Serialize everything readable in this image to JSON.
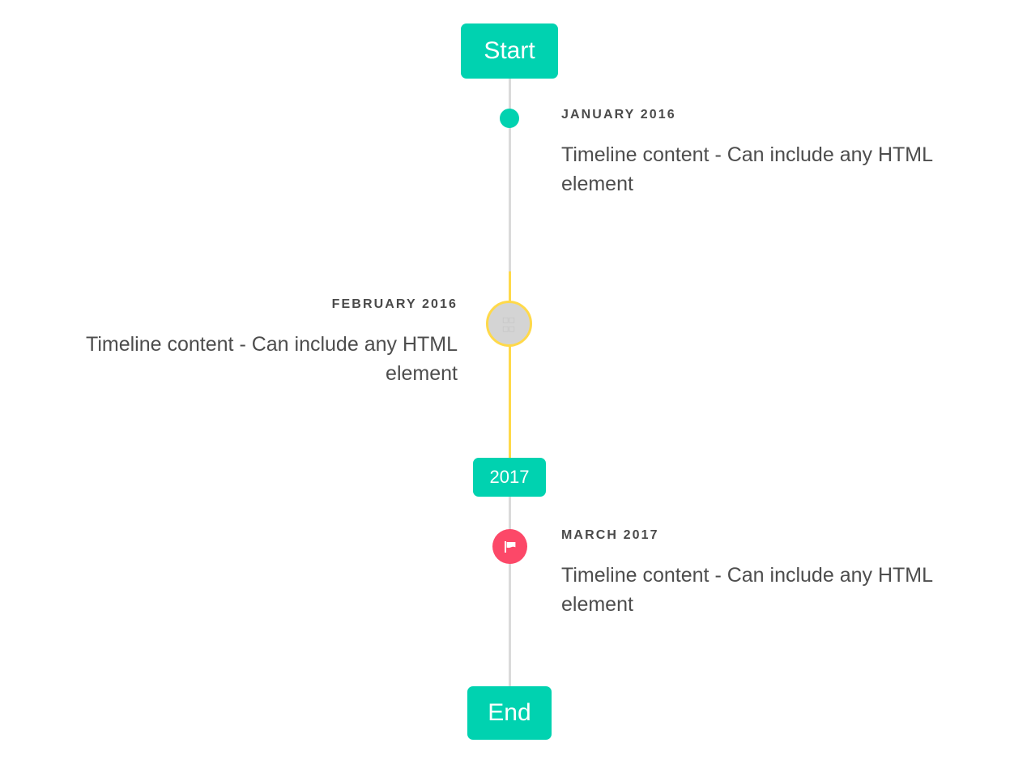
{
  "timeline": {
    "accent_color": "#00d2b0",
    "line_color": "#dadada",
    "highlight_color": "#ffd94a",
    "flag_color": "#fc4868",
    "marker_grey": "#d4d4d4",
    "start_badge": {
      "label": "Start"
    },
    "year_badge": {
      "label": "2017"
    },
    "end_badge": {
      "label": "End"
    },
    "markers": [
      {
        "name": "january-dot",
        "icon": "dot-icon",
        "glyph": ""
      },
      {
        "name": "february-ring",
        "icon": "missing-glyph-icon",
        "glyph": "□□\n□□"
      },
      {
        "name": "march-flag",
        "icon": "flag-icon",
        "glyph": ""
      }
    ],
    "entries": [
      {
        "date": "JANUARY 2016",
        "body": "Timeline content - Can include any HTML element",
        "side": "right"
      },
      {
        "date": "FEBRUARY 2016",
        "body": "Timeline content - Can include any HTML element",
        "side": "left"
      },
      {
        "date": "MARCH 2017",
        "body": "Timeline content - Can include any HTML element",
        "side": "right"
      }
    ]
  }
}
